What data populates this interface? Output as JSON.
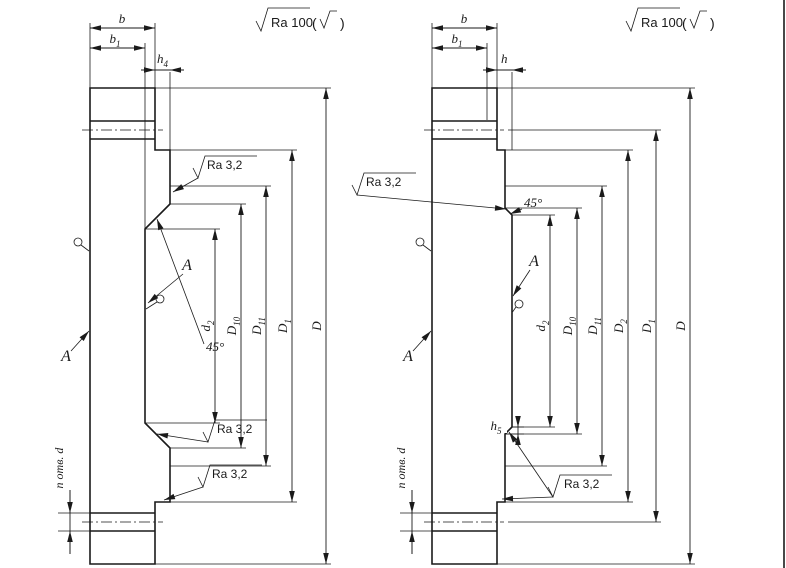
{
  "labels": {
    "general_roughness": "Ra 100",
    "paren_open": "(",
    "paren_close": ")",
    "surface_roughness": "Ra 3,2",
    "chamfer_angle": "45°",
    "section_letter": "A",
    "holes_note": "n отв. d"
  },
  "dims": {
    "b": {
      "m": "b",
      "s": ""
    },
    "b1": {
      "m": "b",
      "s": "1"
    },
    "h4": {
      "m": "h",
      "s": "4"
    },
    "h": {
      "m": "h",
      "s": ""
    },
    "h5": {
      "m": "h",
      "s": "5"
    },
    "d2": {
      "m": "d",
      "s": "2"
    },
    "D10": {
      "m": "D",
      "s": "10"
    },
    "D11": {
      "m": "D",
      "s": "11"
    },
    "D2": {
      "m": "D",
      "s": "2"
    },
    "D1": {
      "m": "D",
      "s": "1"
    },
    "D": {
      "m": "D",
      "s": ""
    }
  },
  "colors": {
    "line": "#1a1a1a",
    "background": "#ffffff"
  }
}
